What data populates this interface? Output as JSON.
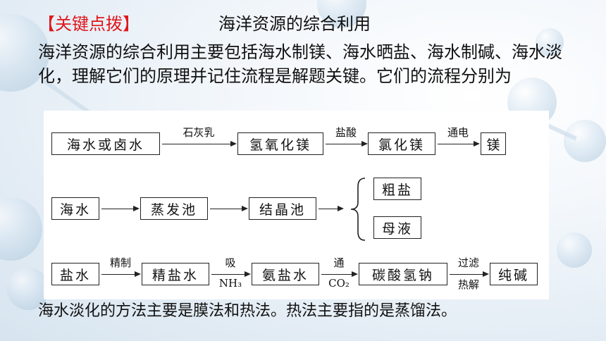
{
  "heading": {
    "key_label": "【关键点拨】",
    "topic": "海洋资源的综合利用"
  },
  "intro": "海洋资源的综合利用主要包括海水制镁、海水晒盐、海水制碱、海水淡化，理解它们的原理并记住流程是解题关键。它们的流程分别为",
  "flow1": {
    "nodes": [
      "海水或卤水",
      "氢氧化镁",
      "氯化镁",
      "镁"
    ],
    "arrows": [
      "石灰乳",
      "盐酸",
      "通电"
    ]
  },
  "flow2": {
    "nodes": [
      "海水",
      "蒸发池",
      "结晶池"
    ],
    "outputs": [
      "粗盐",
      "母液"
    ]
  },
  "flow3": {
    "nodes": [
      "盐水",
      "精盐水",
      "氨盐水",
      "碳酸氢钠",
      "纯碱"
    ],
    "arrows_top": [
      "精制",
      "吸",
      "通",
      "过滤"
    ],
    "arrows_bottom": [
      "",
      "NH₃",
      "CO₂",
      "热解"
    ]
  },
  "footer": "海水淡化的方法主要是膜法和热法。热法主要指的是蒸馏法。"
}
